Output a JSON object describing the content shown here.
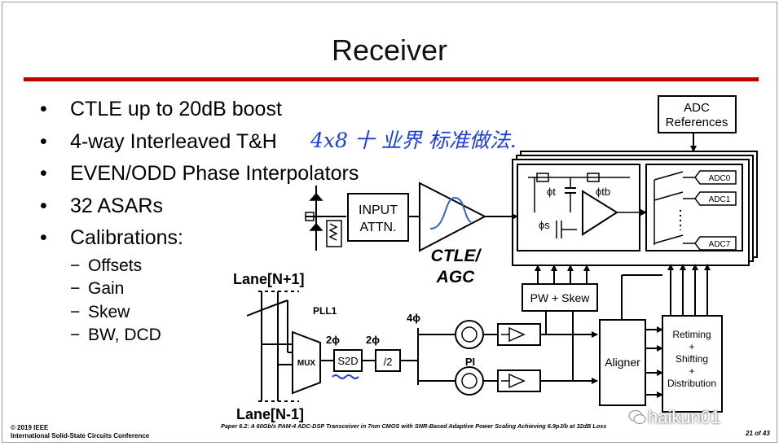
{
  "slide": {
    "title": "Receiver",
    "bullets": [
      "CTLE up to  20dB boost",
      "4-way Interleaved T&H",
      "EVEN/ODD Phase Interpolators",
      "32 ASARs",
      "Calibrations:"
    ],
    "subbullets": [
      "Offsets",
      "Gain",
      "Skew",
      "BW, DCD"
    ],
    "bullet_glyph": "•",
    "dash_glyph": "−",
    "handwriting": "4x8 ⼗ 业界 标准做法.",
    "accent_color": "#c00000",
    "ink_color": "#1a3fd6"
  },
  "diagram": {
    "adc_references": [
      "ADC",
      "References"
    ],
    "input_attn": [
      "INPUT",
      "ATTN."
    ],
    "ctle_agc": [
      "CTLE/",
      "AGC"
    ],
    "phi_t": "ϕt",
    "phi_tb": "ϕtb",
    "phi_s": "ϕs",
    "adc_labels": [
      "ADC0",
      "ADC1",
      "ADC7"
    ],
    "pw_skew": "PW + Skew",
    "lane_top": "Lane[N+1]",
    "lane_bottom": "Lane[N-1]",
    "pll": "PLL1",
    "mux": "MUX",
    "two_phi_a": "2ϕ",
    "two_phi_b": "2ϕ",
    "four_phi": "4ϕ",
    "s2d": "S2D",
    "div2": "/2",
    "pi": "PI",
    "aligner": "Aligner",
    "retiming": [
      "Retiming",
      "+",
      "Shifting",
      "+",
      "Distribution"
    ]
  },
  "footer": {
    "copyright": "© 2019 IEEE",
    "conference": "International Solid-State Circuits Conference",
    "paper": "Paper 6.2: A 60Gb/s PAM-4 ADC-DSP Transceiver in 7nm CMOS with SNR-Based Adaptive Power Scaling Achieving 6.9pJ/b at 32dB Loss",
    "page": "21 of 43",
    "watermark": "haikun01"
  }
}
